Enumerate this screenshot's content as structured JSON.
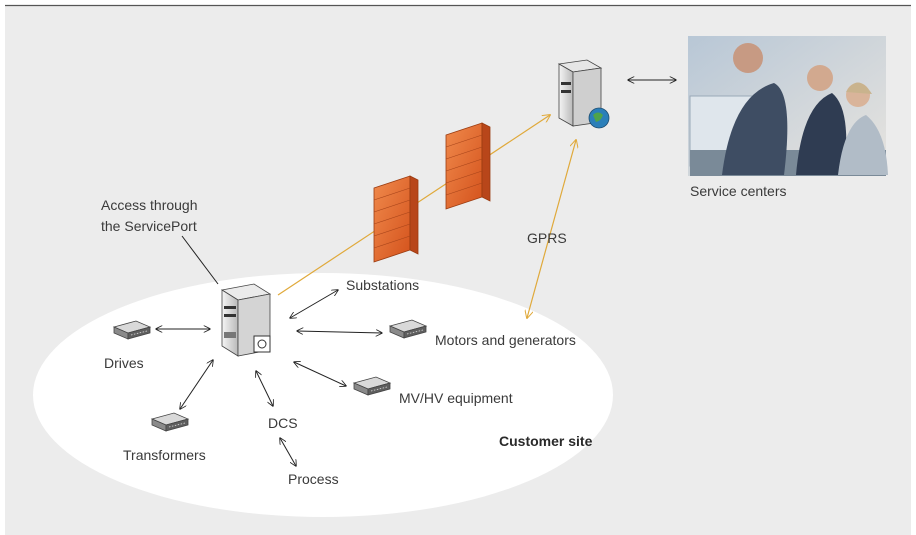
{
  "labels": {
    "access": [
      "Access through",
      "the ServicePort"
    ],
    "substations": "Substations",
    "drives": "Drives",
    "motors": "Motors and generators",
    "mvhv": "MV/HV equipment",
    "dcs": "DCS",
    "transformers": "Transformers",
    "process": "Process",
    "customer_site": "Customer site",
    "gprs": "GPRS",
    "service_centers": "Service centers"
  },
  "icons": {
    "servicePort": "server-icon",
    "remote_server": "server-globe-icon",
    "firewall": "firewall-icon",
    "device": "device-module-icon",
    "photo": "people-photo"
  },
  "colors": {
    "background": "#ececec",
    "border": "#555555",
    "site_ellipse": "#ffffff",
    "link_line": "#e0a93a",
    "firewall": "#e8662a"
  }
}
